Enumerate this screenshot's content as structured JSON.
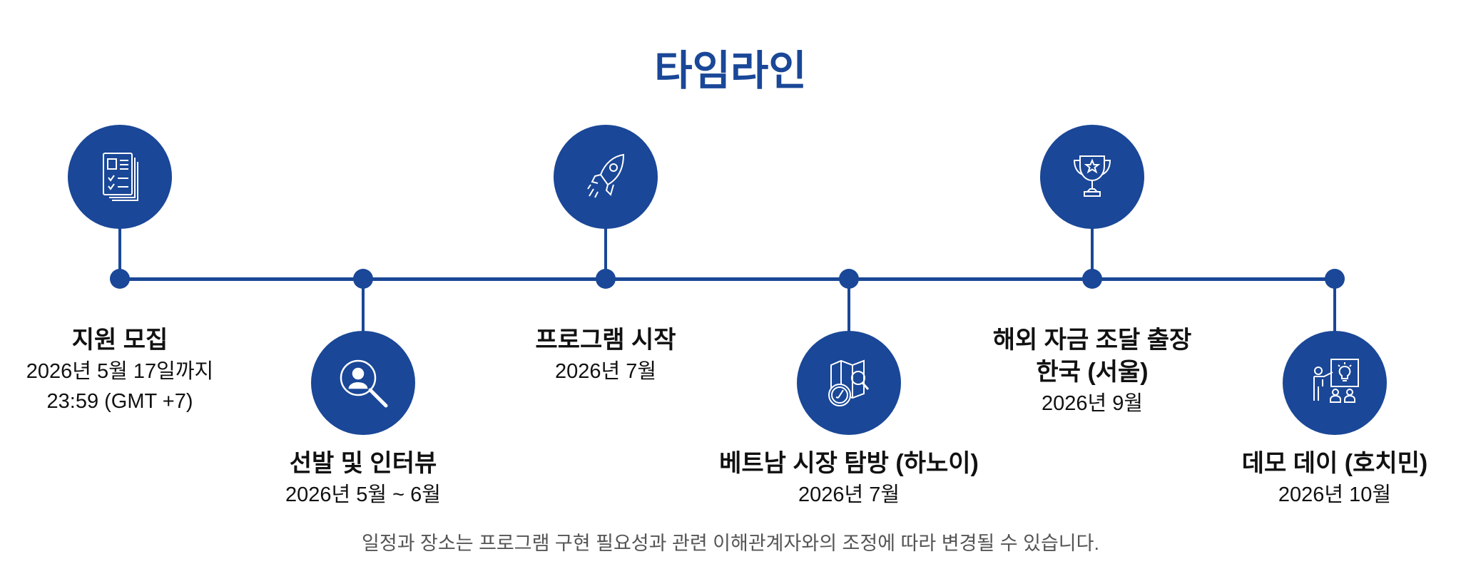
{
  "title": "타임라인",
  "milestones": [
    {
      "title": "지원 모집",
      "lines": [
        "2026년 5월 17일까지",
        "23:59 (GMT +7)"
      ],
      "icon": "application-form-icon",
      "position": "above"
    },
    {
      "title": "선발 및 인터뷰",
      "lines": [
        "2026년 5월 ~ 6월"
      ],
      "icon": "candidate-search-icon",
      "position": "below"
    },
    {
      "title": "프로그램 시작",
      "lines": [
        "2026년 7월"
      ],
      "icon": "rocket-icon",
      "position": "above"
    },
    {
      "title": "베트남 시장 탐방 (하노이)",
      "lines": [
        "2026년 7월"
      ],
      "icon": "map-compass-icon",
      "position": "below"
    },
    {
      "title": "해외 자금 조달 출장",
      "title2": "한국 (서울)",
      "lines": [
        "2026년 9월"
      ],
      "icon": "trophy-icon",
      "position": "above"
    },
    {
      "title": "데모 데이 (호치민)",
      "lines": [
        "2026년 10월"
      ],
      "icon": "presentation-icon",
      "position": "below"
    }
  ],
  "footnote": "일정과 장소는 프로그램 구현 필요성과 관련 이해관계자와의 조정에 따라 변경될 수 있습니다.",
  "colors": {
    "accent": "#1a4797"
  }
}
